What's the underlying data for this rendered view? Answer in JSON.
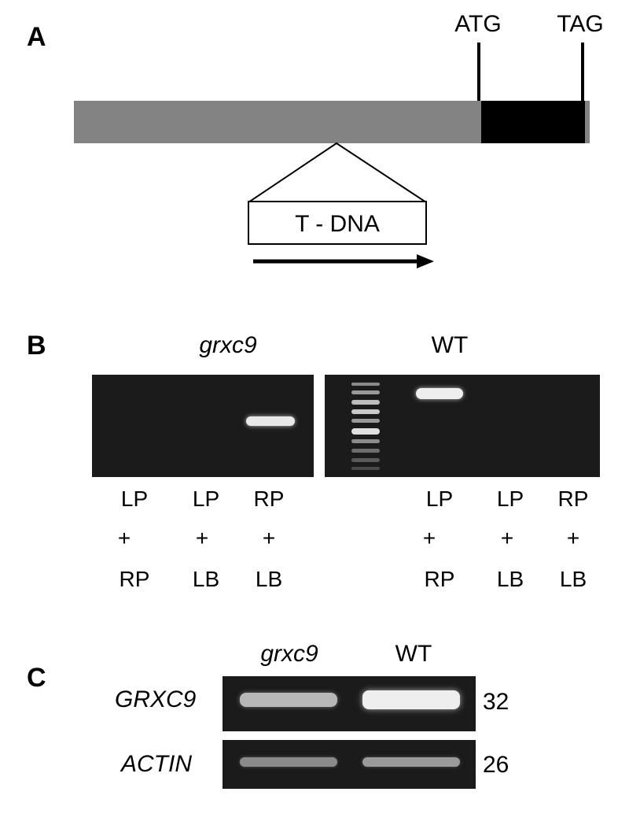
{
  "panel_a": {
    "label": "A",
    "start_codon": "ATG",
    "stop_codon": "TAG",
    "insert_label": "T - DNA"
  },
  "panel_b": {
    "label": "B",
    "gel_left_title": "grxc9",
    "gel_right_title": "WT",
    "lanes_left": [
      {
        "top": "LP",
        "mid": "+",
        "bottom": "RP"
      },
      {
        "top": "LP",
        "mid": "+",
        "bottom": "LB"
      },
      {
        "top": "RP",
        "mid": "+",
        "bottom": "LB"
      }
    ],
    "lanes_right": [
      {
        "top": "LP",
        "mid": "+",
        "bottom": "RP"
      },
      {
        "top": "LP",
        "mid": "+",
        "bottom": "LB"
      },
      {
        "top": "RP",
        "mid": "+",
        "bottom": "LB"
      }
    ]
  },
  "panel_c": {
    "label": "C",
    "col_left": "grxc9",
    "col_right": "WT",
    "rows": [
      {
        "gene": "GRXC9",
        "cycles": "32"
      },
      {
        "gene": "ACTIN",
        "cycles": "26"
      }
    ]
  },
  "colors": {
    "promoter": "#838383",
    "cds": "#000000",
    "gel_background": "#1b1b1b",
    "band": "#e8e8e8"
  }
}
